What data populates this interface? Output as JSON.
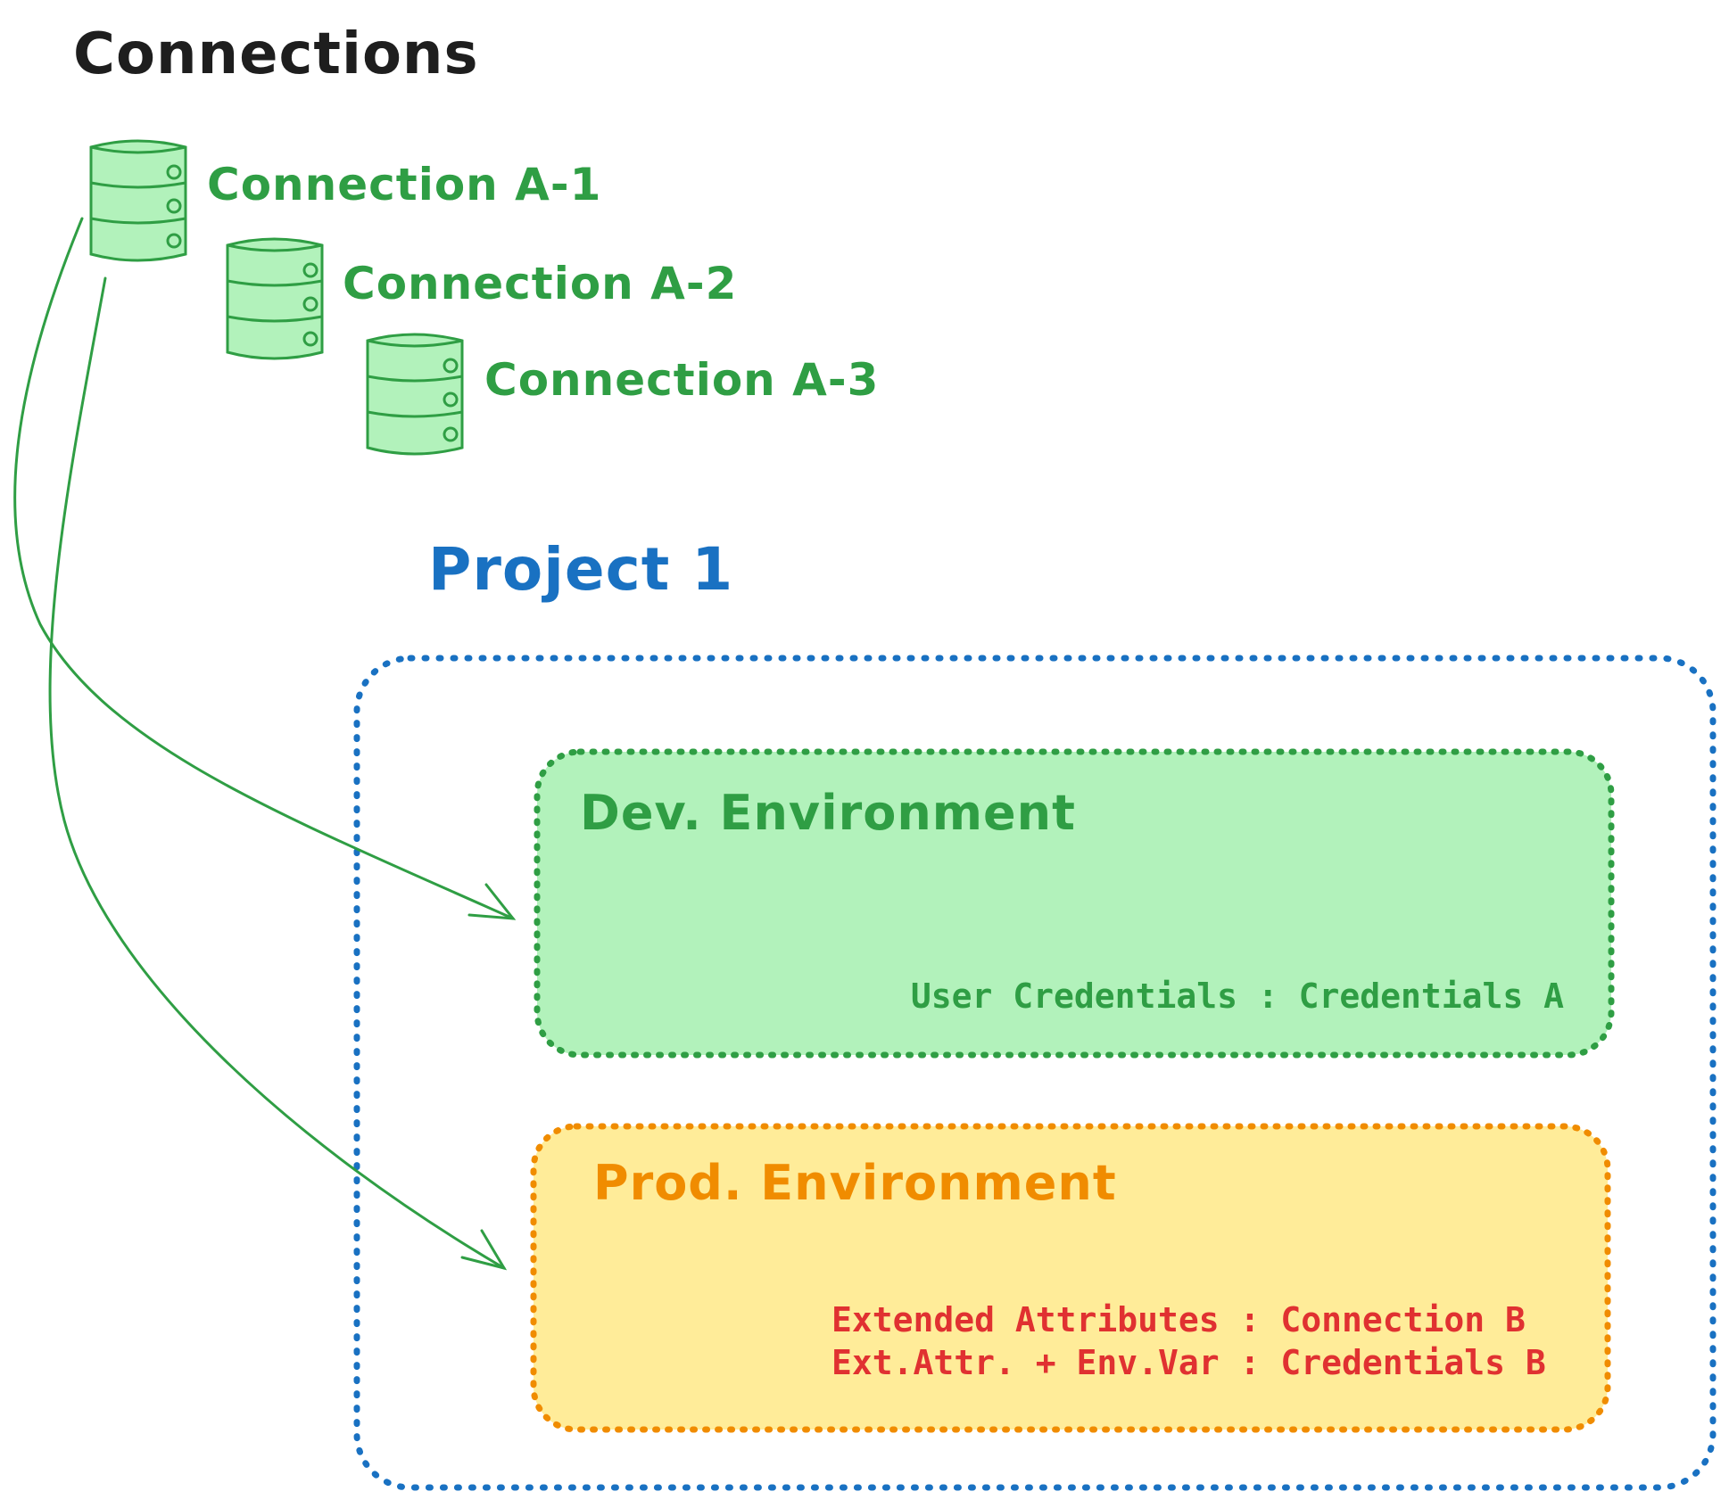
{
  "title": "Connections",
  "connections": [
    {
      "label": "Connection A-1"
    },
    {
      "label": "Connection A-2"
    },
    {
      "label": "Connection A-3"
    }
  ],
  "project": {
    "title": "Project 1",
    "environments": {
      "dev": {
        "title": "Dev. Environment",
        "credentials": "User Credentials : Credentials A"
      },
      "prod": {
        "title": "Prod. Environment",
        "lines": [
          "Extended Attributes : Connection B",
          "Ext.Attr. + Env.Var : Credentials B"
        ]
      }
    }
  },
  "colors": {
    "text": "#1e1e1e",
    "connection_green": "#2f9e44",
    "connection_fill": "#b2f2bb",
    "project_blue": "#1971c2",
    "dev_fill": "#b2f2bb",
    "prod_fill": "#ffec99",
    "prod_stroke": "#f08c00",
    "prod_text": "#e03131"
  },
  "icons": [
    "database-icon",
    "arrow-icon"
  ]
}
